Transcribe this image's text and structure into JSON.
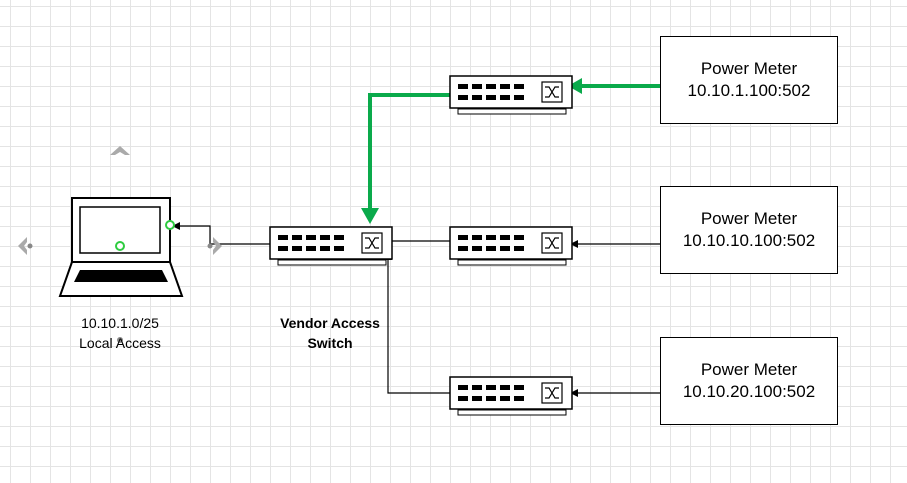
{
  "laptop": {
    "lines": [
      "10.10.1.0/25",
      "Local Access"
    ]
  },
  "vendor_switch": {
    "lines": [
      "Vendor Access",
      "Switch"
    ]
  },
  "meters": [
    {
      "title": "Power Meter",
      "address": "10.10.1.100:502"
    },
    {
      "title": "Power Meter",
      "address": "10.10.10.100:502"
    },
    {
      "title": "Power Meter",
      "address": "10.10.20.100:502"
    }
  ],
  "colors": {
    "highlight_link": "#0aaa4b",
    "link": "#000000",
    "handle": "#999999"
  },
  "icons": [
    "laptop-icon",
    "network-switch-icon"
  ]
}
